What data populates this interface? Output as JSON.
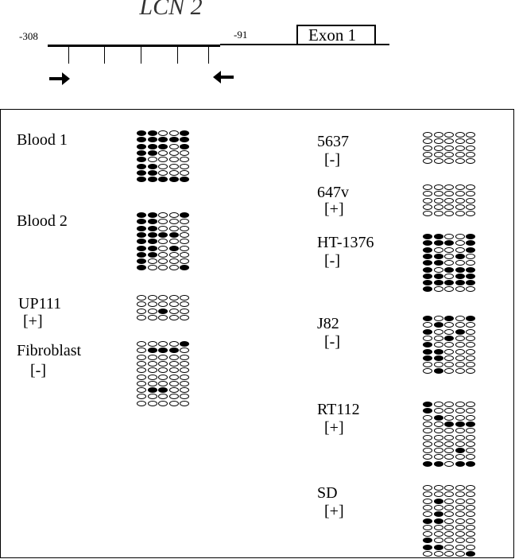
{
  "diagram": {
    "gene": "LCN 2",
    "pos_left": "-308",
    "pos_mid": "-91",
    "exon": "Exon 1"
  },
  "samples": [
    {
      "id": "blood1",
      "name": "Blood 1",
      "status": "",
      "rows": [
        "11001",
        "11111",
        "11101",
        "11000",
        "10000",
        "11000",
        "11000",
        "11111"
      ]
    },
    {
      "id": "blood2",
      "name": "Blood 2",
      "status": "",
      "rows": [
        "11001",
        "11000",
        "11000",
        "11110",
        "11000",
        "11010",
        "11000",
        "10000",
        "10001"
      ]
    },
    {
      "id": "up111",
      "name": "UP111",
      "status": "[+]",
      "rows": [
        "00000",
        "00000",
        "00100",
        "00000"
      ]
    },
    {
      "id": "fibroblast",
      "name": "Fibroblast",
      "status": "[-]",
      "rows": [
        "00001",
        "01110",
        "00000",
        "00000",
        "00000",
        "00000",
        "00000",
        "01100",
        "00000",
        "00000"
      ]
    },
    {
      "id": "c5637",
      "name": "5637",
      "status": "[-]",
      "rows": [
        "00000",
        "00000",
        "00000",
        "00000",
        "00000"
      ]
    },
    {
      "id": "c647v",
      "name": "647v",
      "status": "[+]",
      "rows": [
        "00000",
        "00000",
        "00000",
        "00000",
        "00000"
      ]
    },
    {
      "id": "ht1376",
      "name": "HT-1376",
      "status": "[-]",
      "rows": [
        "11001",
        "11101",
        "10001",
        "11010",
        "11000",
        "10111",
        "11011",
        "11111",
        "10000"
      ]
    },
    {
      "id": "j82",
      "name": "J82",
      "status": "[-]",
      "rows": [
        "10101",
        "01000",
        "10010",
        "00100",
        "10000",
        "11000",
        "11000",
        "00000",
        "01000"
      ]
    },
    {
      "id": "rt112",
      "name": "RT112",
      "status": "[+]",
      "rows": [
        "10000",
        "10000",
        "01000",
        "00111",
        "00000",
        "00000",
        "00000",
        "00010",
        "00000",
        "11011"
      ]
    },
    {
      "id": "sd",
      "name": "SD",
      "status": "[+]",
      "rows": [
        "00000",
        "00000",
        "01000",
        "00000",
        "01000",
        "11000",
        "00000",
        "00000",
        "10000",
        "11000",
        "00001"
      ]
    }
  ]
}
